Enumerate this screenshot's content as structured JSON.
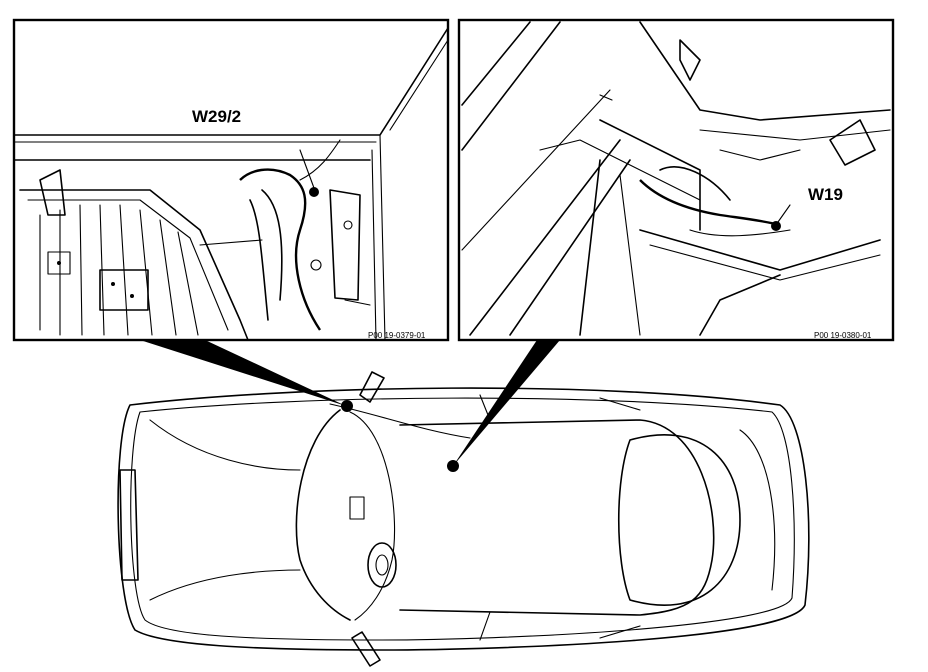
{
  "left_detail": {
    "label": "W29/2",
    "figure_code": "P00 19-0379-01"
  },
  "right_detail": {
    "label": "W19",
    "figure_code": "P00 19-0380-01"
  }
}
